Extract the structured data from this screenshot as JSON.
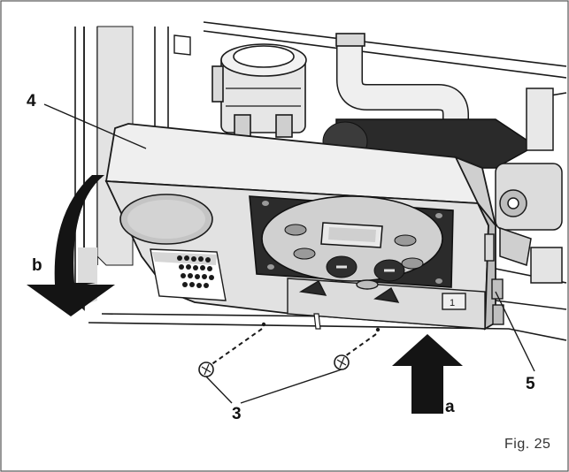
{
  "callouts": {
    "label_4": "4",
    "label_b": "b",
    "label_3": "3",
    "label_a": "a",
    "label_5": "5"
  },
  "caption": "Fig. 25",
  "colors": {
    "line": "#1a1a1a",
    "arrow": "#141414",
    "panel_light": "#ececec",
    "panel_mid": "#d9d9d9",
    "panel_dark": "#bdbdbd"
  },
  "icons": {
    "arrow_a": "up-arrow-icon",
    "arrow_b": "curved-down-arrow-icon",
    "screw": "screw-icon"
  }
}
